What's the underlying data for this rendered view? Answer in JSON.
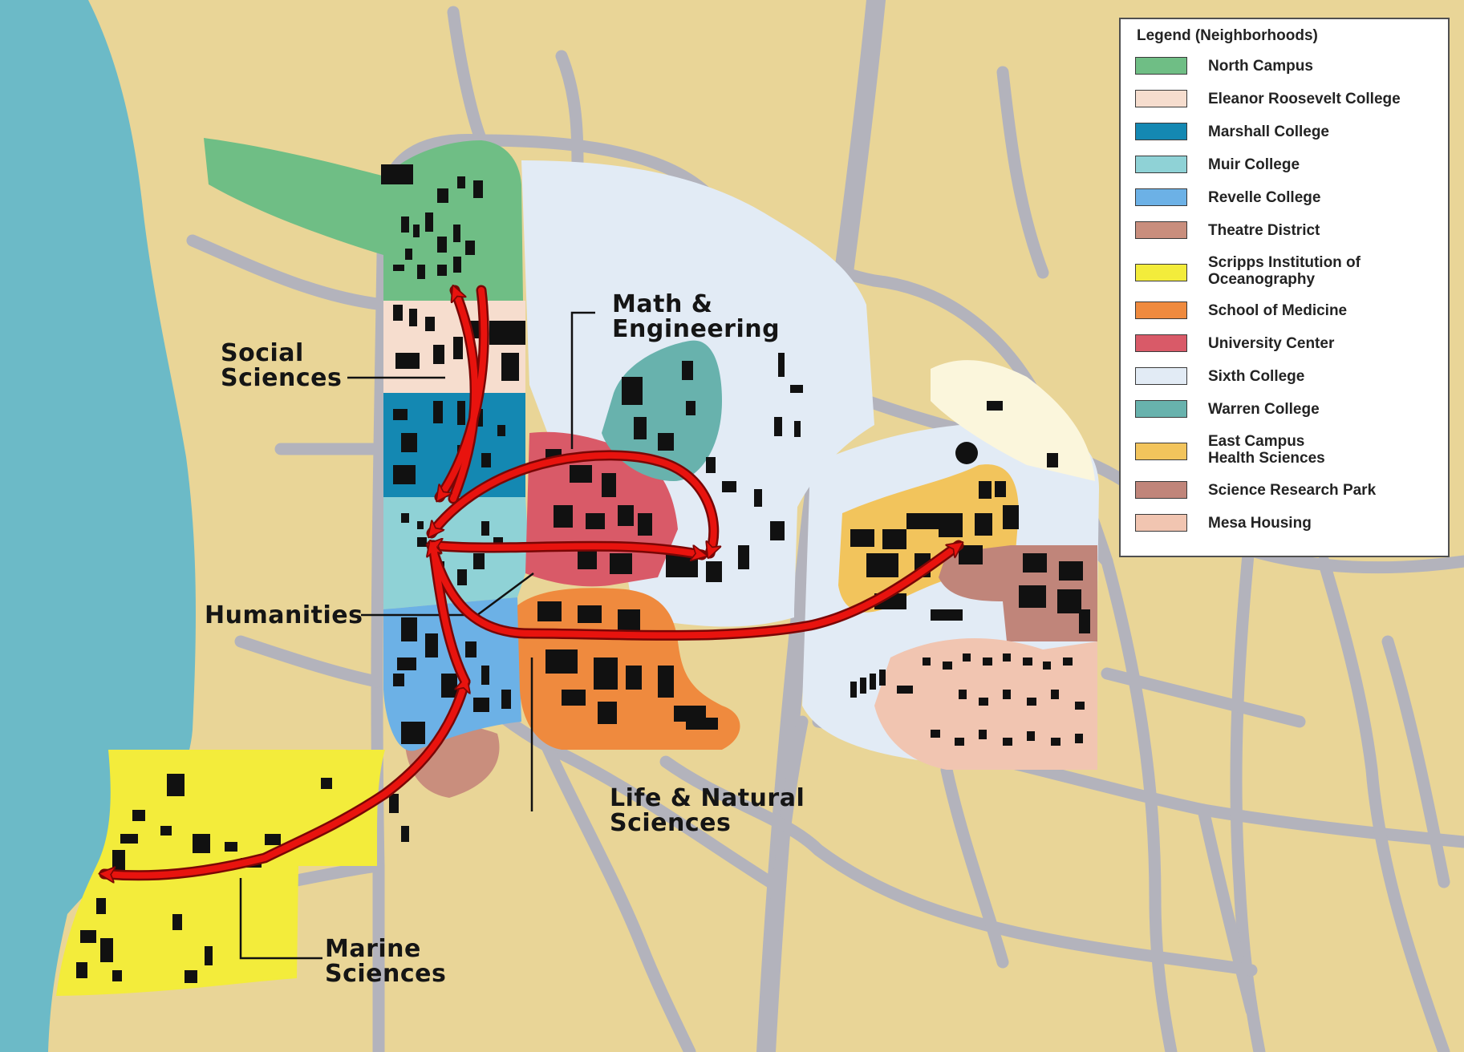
{
  "map": {
    "colors": {
      "land": "#e9d597",
      "ocean": "#6cbac7",
      "road": "#b3b3bc",
      "building": "#111111",
      "route_arrow": "#e8130e",
      "route_outline": "#7a0605"
    }
  },
  "area_labels": {
    "social_sciences": [
      "Social",
      "Sciences"
    ],
    "math_engineering": [
      "Math &",
      "Engineering"
    ],
    "humanities": [
      "Humanities"
    ],
    "life_natural_sciences": [
      "Life & Natural",
      "Sciences"
    ],
    "marine_sciences": [
      "Marine",
      "Sciences"
    ]
  },
  "legend": {
    "title": "Legend (Neighborhoods)",
    "items": [
      {
        "label": "North Campus",
        "color": "#6fbe85"
      },
      {
        "label": "Eleanor Roosevelt College",
        "color": "#f6ddce"
      },
      {
        "label": "Marshall College",
        "color": "#1488b2"
      },
      {
        "label": "Muir College",
        "color": "#8fd2d6"
      },
      {
        "label": "Revelle College",
        "color": "#6cb1e6"
      },
      {
        "label": "Theatre District",
        "color": "#c98e7d"
      },
      {
        "label": "Scripps Institution of\nOceanography",
        "color": "#f3ec3b"
      },
      {
        "label": "School of Medicine",
        "color": "#ef8a3e"
      },
      {
        "label": "University Center",
        "color": "#d95a68"
      },
      {
        "label": "Sixth College",
        "color": "#e2ebf5"
      },
      {
        "label": "Warren College",
        "color": "#68b2ad"
      },
      {
        "label": "East Campus\nHealth Sciences",
        "color": "#f2c45c"
      },
      {
        "label": "Science Research Park",
        "color": "#c0857a"
      },
      {
        "label": "Mesa Housing",
        "color": "#f1c5b1"
      }
    ]
  }
}
